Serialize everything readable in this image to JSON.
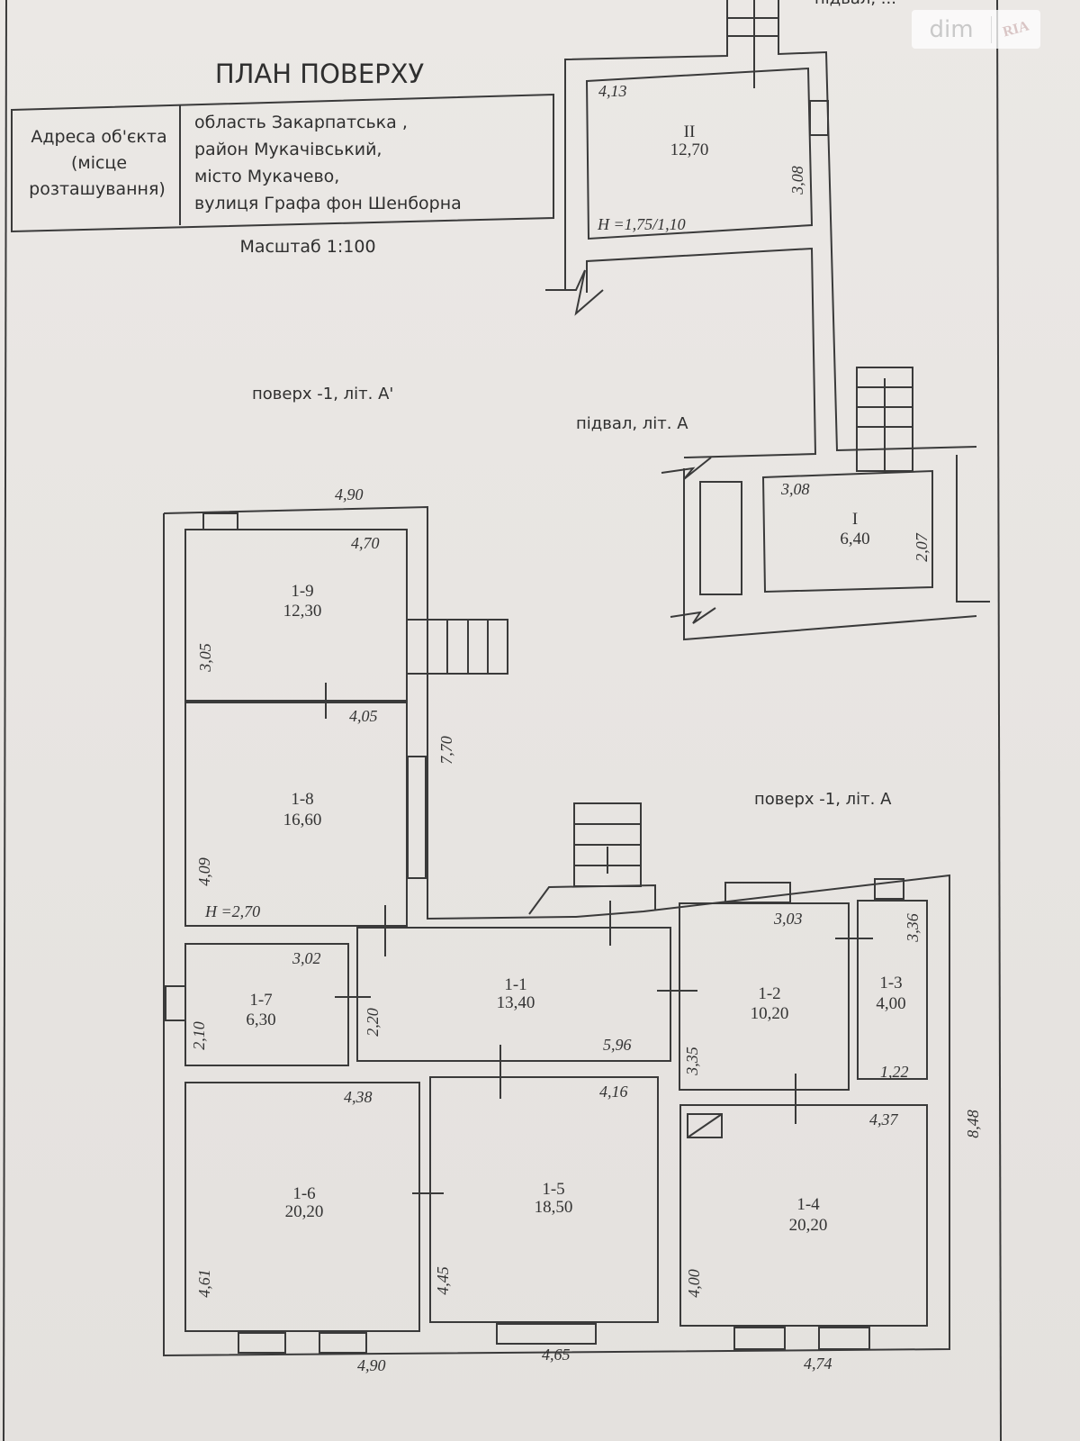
{
  "title": "ПЛАН ПОВЕРХУ",
  "address_table": {
    "label": [
      "Адреса об'єкта",
      "(місце",
      "розташування)"
    ],
    "value": [
      "область Закарпатська ,",
      "район Мукачівський,",
      "місто Мукачево,",
      "вулиця Графа фон Шенборна"
    ]
  },
  "scale": "Масштаб 1:100",
  "section_labels": {
    "top_cut": "підвал, ...",
    "floor_a_prime": "поверх -1, літ. А'",
    "basement_a": "підвал, літ. А",
    "floor_a": "поверх -1, літ. А"
  },
  "rooms": {
    "II": {
      "id": "II",
      "area": "12,70",
      "width": "4,13",
      "length": "3,08",
      "height": "H =1,75/1,10"
    },
    "I": {
      "id": "I",
      "area": "6,40",
      "width": "3,08",
      "length": "2,07"
    },
    "1-9": {
      "id": "1-9",
      "area": "12,30",
      "width": "4,70",
      "length": "3,05"
    },
    "1-8": {
      "id": "1-8",
      "area": "16,60",
      "width": "4,05",
      "length": "4,09",
      "height": "H =2,70"
    },
    "1-7": {
      "id": "1-7",
      "area": "6,30",
      "width": "3,02",
      "length": "2,10"
    },
    "1-1": {
      "id": "1-1",
      "area": "13,40",
      "width": "5,96",
      "length": "2,20"
    },
    "1-2": {
      "id": "1-2",
      "area": "10,20",
      "width": "3,03",
      "length": "3,35"
    },
    "1-3": {
      "id": "1-3",
      "area": "4,00",
      "width": "1,22",
      "length": "3,36"
    },
    "1-6": {
      "id": "1-6",
      "area": "20,20",
      "width": "4,38",
      "length": "4,61"
    },
    "1-5": {
      "id": "1-5",
      "area": "18,50",
      "width": "4,16",
      "length": "4,45"
    },
    "1-4": {
      "id": "1-4",
      "area": "20,20",
      "width": "4,37",
      "length": "4,00"
    }
  },
  "outer_dims": {
    "top": "4,90",
    "left_wing": "7,70",
    "right": "8,48",
    "bottom_1": "4,90",
    "bottom_2": "4,65",
    "bottom_3": "4,74"
  },
  "watermark": {
    "left": "dim",
    "right": "RIA"
  }
}
